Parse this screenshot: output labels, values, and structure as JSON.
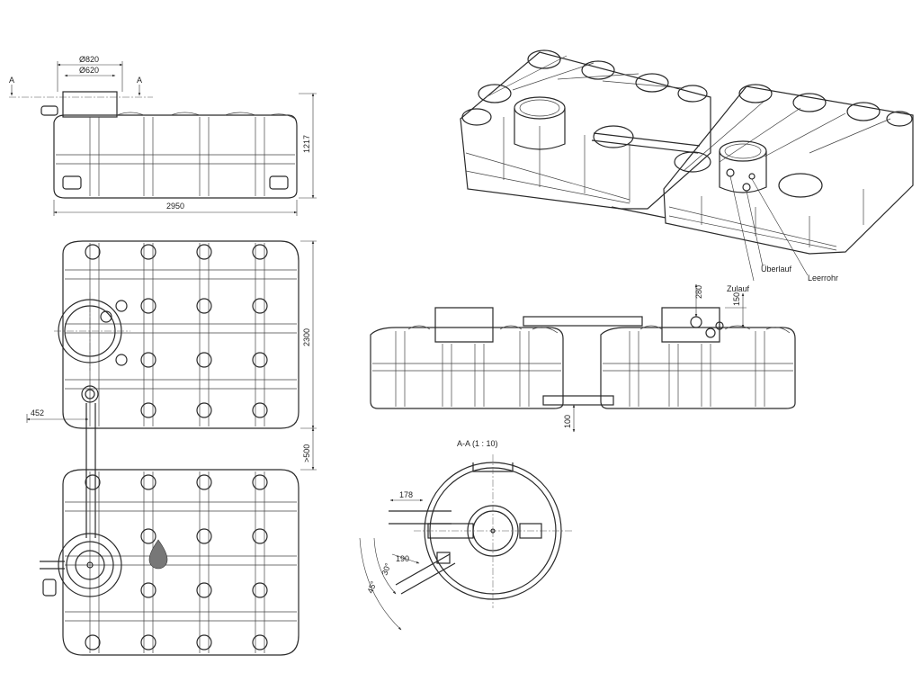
{
  "dimensions": {
    "dia_outer": "Ø820",
    "dia_inner": "Ø620",
    "height": "1217",
    "length": "2950",
    "width": "2300",
    "offset_452": "452",
    "gap": ">500",
    "dim_280": "280",
    "dim_150": "150",
    "dim_100": "100",
    "dim_178": "178",
    "dim_190": "190",
    "angle_30": "30°",
    "angle_45": "45°"
  },
  "section": {
    "marker": "A",
    "title": "A-A (1 : 10)"
  },
  "labels": {
    "overflow": "Überlauf",
    "empty_pipe": "Leerrohr",
    "inlet": "Zulauf"
  },
  "colors": {
    "line": "#2a2a2a",
    "background": "#ffffff"
  }
}
